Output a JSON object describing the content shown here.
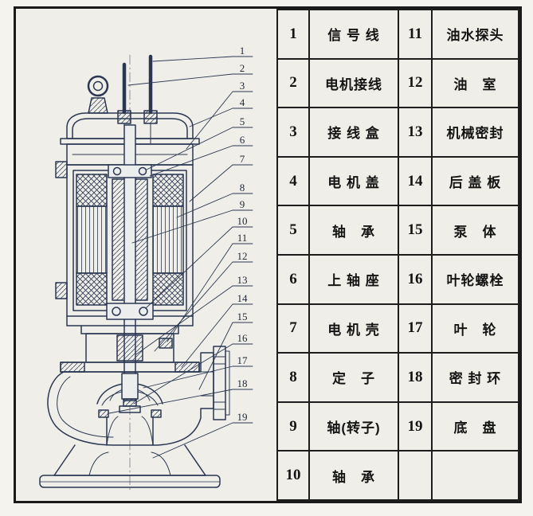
{
  "figure": {
    "subject": "submersible-sewage-pump-cross-section",
    "colors": {
      "ink": "#2b3752",
      "paper": "#efeee8",
      "grid": "#1d1d1d"
    }
  },
  "callouts": [
    "1",
    "2",
    "3",
    "4",
    "5",
    "6",
    "7",
    "8",
    "9",
    "10",
    "11",
    "12",
    "13",
    "14",
    "15",
    "16",
    "17",
    "18",
    "19"
  ],
  "table": {
    "rows": [
      {
        "n1": "1",
        "t1": "信 号 线",
        "n2": "11",
        "t2": "油水探头"
      },
      {
        "n1": "2",
        "t1": "电机接线",
        "n2": "12",
        "t2": "油　室"
      },
      {
        "n1": "3",
        "t1": "接 线 盒",
        "n2": "13",
        "t2": "机械密封"
      },
      {
        "n1": "4",
        "t1": "电 机 盖",
        "n2": "14",
        "t2": "后 盖 板"
      },
      {
        "n1": "5",
        "t1": "轴　承",
        "n2": "15",
        "t2": "泵　体"
      },
      {
        "n1": "6",
        "t1": "上 轴 座",
        "n2": "16",
        "t2": "叶轮螺栓"
      },
      {
        "n1": "7",
        "t1": "电 机 壳",
        "n2": "17",
        "t2": "叶　轮"
      },
      {
        "n1": "8",
        "t1": "定　子",
        "n2": "18",
        "t2": "密 封 环"
      },
      {
        "n1": "9",
        "t1": "轴(转子)",
        "n2": "19",
        "t2": "底　盘"
      },
      {
        "n1": "10",
        "t1": "轴　承",
        "n2": "",
        "t2": ""
      }
    ]
  }
}
